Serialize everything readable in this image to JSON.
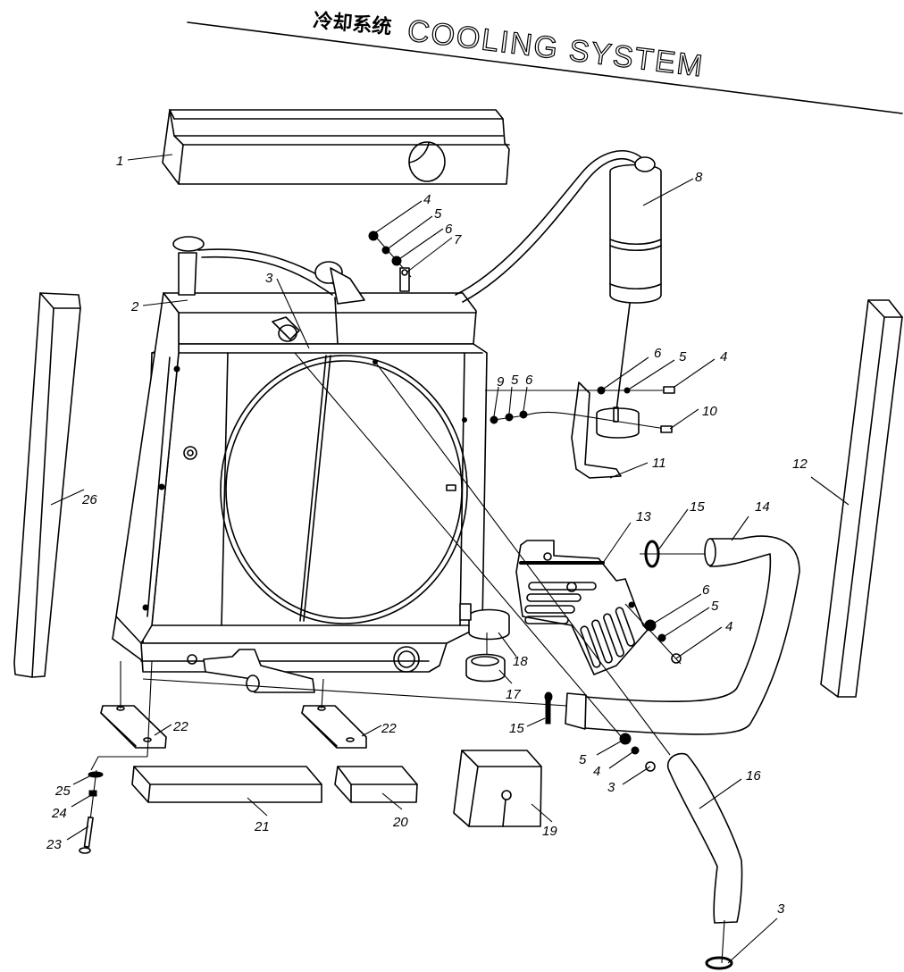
{
  "title": {
    "chinese": "冷却系统",
    "english": "COOLING SYSTEM"
  },
  "diagram": {
    "type": "exploded-parts-view",
    "subject": "Cooling system assembly",
    "callouts": [
      {
        "id": "c1",
        "number": "1",
        "part": "top-foam-strip"
      },
      {
        "id": "c2",
        "number": "2",
        "part": "radiator"
      },
      {
        "id": "c3a",
        "number": "3",
        "part": "hose-clamp-upper"
      },
      {
        "id": "c4a",
        "number": "4",
        "part": "bolt-top"
      },
      {
        "id": "c5a",
        "number": "5",
        "part": "spring-washer-top"
      },
      {
        "id": "c6a",
        "number": "6",
        "part": "flat-washer-top"
      },
      {
        "id": "c7",
        "number": "7",
        "part": "bracket"
      },
      {
        "id": "c8",
        "number": "8",
        "part": "expansion-tank"
      },
      {
        "id": "c6b",
        "number": "6",
        "part": "flat-washer-tank"
      },
      {
        "id": "c5b",
        "number": "5",
        "part": "spring-washer-tank"
      },
      {
        "id": "c4b",
        "number": "4",
        "part": "bolt-tank"
      },
      {
        "id": "c9",
        "number": "9",
        "part": "nut"
      },
      {
        "id": "c5c",
        "number": "5",
        "part": "spring-washer-nut"
      },
      {
        "id": "c6c",
        "number": "6",
        "part": "flat-washer-nut"
      },
      {
        "id": "c10",
        "number": "10",
        "part": "bolt-clamp"
      },
      {
        "id": "c11",
        "number": "11",
        "part": "tank-bracket"
      },
      {
        "id": "c12",
        "number": "12",
        "part": "right-foam-strip"
      },
      {
        "id": "c13",
        "number": "13",
        "part": "guard-plate"
      },
      {
        "id": "c14",
        "number": "14",
        "part": "upper-hose"
      },
      {
        "id": "c15a",
        "number": "15",
        "part": "hose-clamp-upper-hose"
      },
      {
        "id": "c6d",
        "number": "6",
        "part": "flat-washer-guard"
      },
      {
        "id": "c5d",
        "number": "5",
        "part": "spring-washer-guard"
      },
      {
        "id": "c4d",
        "number": "4",
        "part": "bolt-guard"
      },
      {
        "id": "c18",
        "number": "18",
        "part": "clamp"
      },
      {
        "id": "c17",
        "number": "17",
        "part": "rubber-sleeve"
      },
      {
        "id": "c15b",
        "number": "15",
        "part": "hose-clamp-lower"
      },
      {
        "id": "c5e",
        "number": "5",
        "part": "spring-washer-lower"
      },
      {
        "id": "c4e",
        "number": "4",
        "part": "bolt-lower"
      },
      {
        "id": "c3b",
        "number": "3",
        "part": "nut-lower"
      },
      {
        "id": "c16",
        "number": "16",
        "part": "lower-hose"
      },
      {
        "id": "c3c",
        "number": "3",
        "part": "hose-clamp-bottom"
      },
      {
        "id": "c19",
        "number": "19",
        "part": "foam-block"
      },
      {
        "id": "c22a",
        "number": "22",
        "part": "mounting-pad-left"
      },
      {
        "id": "c22b",
        "number": "22",
        "part": "mounting-pad-right"
      },
      {
        "id": "c21",
        "number": "21",
        "part": "bottom-foam-long"
      },
      {
        "id": "c20",
        "number": "20",
        "part": "bottom-foam-short"
      },
      {
        "id": "c25",
        "number": "25",
        "part": "washer"
      },
      {
        "id": "c24",
        "number": "24",
        "part": "spring-washer"
      },
      {
        "id": "c23",
        "number": "23",
        "part": "bolt"
      },
      {
        "id": "c26",
        "number": "26",
        "part": "left-foam-strip"
      }
    ]
  }
}
